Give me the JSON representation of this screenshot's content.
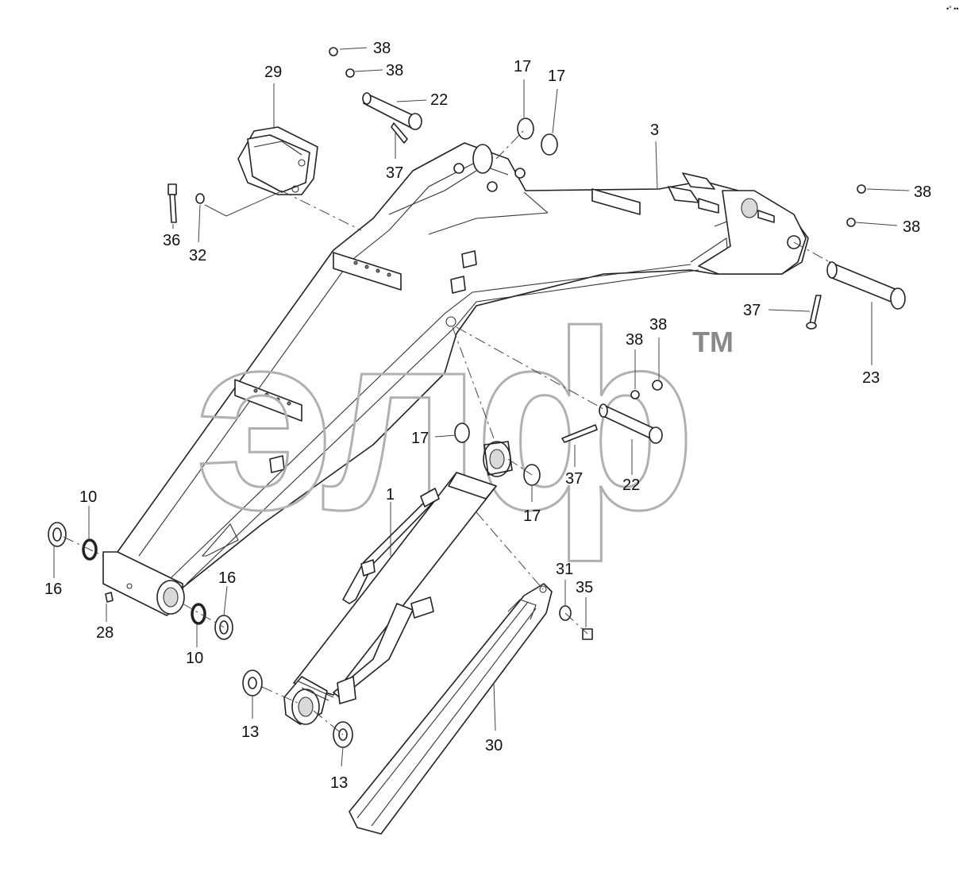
{
  "watermark": {
    "text": "элф",
    "trademark": "TM"
  },
  "corner_mark": "•° ••",
  "callouts": {
    "c38a": "38",
    "c38b": "38",
    "c22a": "22",
    "c37a": "37",
    "c17a": "17",
    "c17b": "17",
    "c29": "29",
    "c3": "3",
    "c36": "36",
    "c32": "32",
    "c38c": "38",
    "c38d": "38",
    "c23": "23",
    "c37b": "37",
    "c38e": "38",
    "c38f": "38",
    "c17c": "17",
    "c37c": "37",
    "c22b": "22",
    "c17d": "17",
    "c1": "1",
    "c10a": "10",
    "c16a": "16",
    "c16b": "16",
    "c28": "28",
    "c10b": "10",
    "c31": "31",
    "c35": "35",
    "c13a": "13",
    "c13b": "13",
    "c30": "30"
  }
}
